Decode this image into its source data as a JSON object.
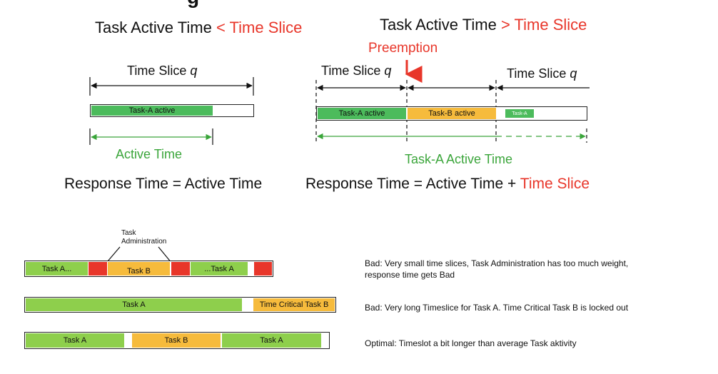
{
  "partial_top_text": "g",
  "left": {
    "heading_prefix": "Task Active Time",
    "heading_op": "<",
    "heading_suffix": "Time Slice",
    "slice_label": "Time Slice",
    "slice_var": "q",
    "bar_label": "Task-A active",
    "active_label": "Active Time",
    "formula": "Response Time = Active Time"
  },
  "right": {
    "heading_prefix": "Task Active Time",
    "heading_op": ">",
    "heading_suffix": "Time Slice",
    "preemption": "Preemption",
    "slice_label_1": "Time Slice",
    "slice_label_2": "Time Slice",
    "slice_var": "q",
    "bar_a": "Task-A active",
    "bar_b": "Task-B active",
    "bar_a2": "Task-A",
    "active_label": "Task-A Active Time",
    "formula_prefix": "Response Time = Active Time +",
    "formula_suffix": "Time Slice"
  },
  "bottom": {
    "callout": "Task\nAdministration",
    "row1": {
      "a": "Task A...",
      "b": "Task B",
      "c": "...Task A",
      "note": "Bad: Very small time slices, Task Administration has too much weight,\nresponse time gets Bad"
    },
    "row2": {
      "a": "Task A",
      "b": "Time Critical Task B",
      "note": "Bad: Very long Timeslice for Task A. Time Critical Task B is locked out"
    },
    "row3": {
      "a": "Task A",
      "b": "Task B",
      "c": "Task A",
      "note": "Optimal: Timeslot a bit longer than average Task aktivity"
    }
  },
  "colors": {
    "green": "#8ecf4c",
    "green_text": "#3aa53a",
    "orange": "#f6bb3c",
    "red_admin": "#e8362a",
    "red_text": "#e8362a",
    "left_bar_green": "#4cbb5c"
  }
}
